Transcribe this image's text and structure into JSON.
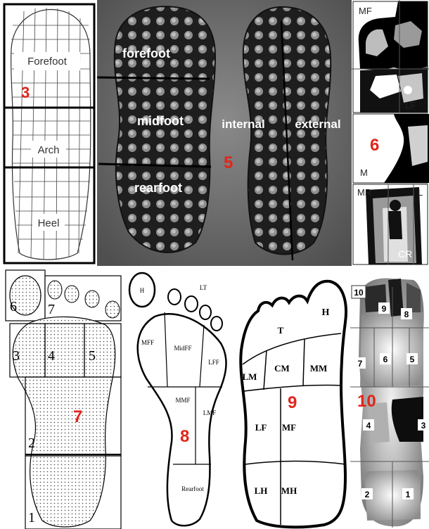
{
  "colors": {
    "number": "#e1251b",
    "ink": "#000000",
    "photo_bg": "#6b6b6b"
  },
  "p3": {
    "number": "3",
    "forefoot": "Forefoot",
    "arch": "Arch",
    "heel": "Heel"
  },
  "p5": {
    "number": "5",
    "forefoot": "forefoot",
    "midfoot": "midfoot",
    "rearfoot": "rearfoot",
    "internal": "internal",
    "external": "external"
  },
  "p6": {
    "number": "6",
    "mf": "MF",
    "lf": "LF",
    "m": "M",
    "mr": "MR",
    "l": "L",
    "cr": "CR"
  },
  "p7": {
    "number": "7",
    "z6": "6",
    "z7": "7",
    "z3": "3",
    "z4": "4",
    "z5": "5",
    "z2": "2",
    "z1": "1"
  },
  "p8": {
    "number": "8",
    "h": "H",
    "lt": "LT",
    "mff": "MFF",
    "midff": "MidFF",
    "lff": "LFF",
    "mmf": "MMF",
    "lmf": "LMF",
    "rearfoot": "Rearfoot"
  },
  "p9": {
    "number": "9",
    "h": "H",
    "t": "T",
    "lm": "LM",
    "cm": "CM",
    "mm": "MM",
    "lf": "LF",
    "mf": "MF",
    "lh": "LH",
    "mh": "MH"
  },
  "p10": {
    "number": "10",
    "z10": "10",
    "z9": "9",
    "z8": "8",
    "z7": "7",
    "z6": "6",
    "z5": "5",
    "z4": "4",
    "z3": "3",
    "z2": "2",
    "z1": "1"
  }
}
